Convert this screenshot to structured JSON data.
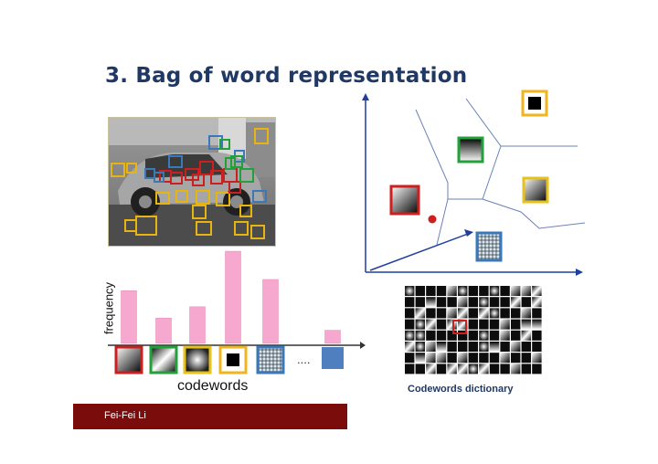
{
  "slide": {
    "title": "3. Bag of word representation",
    "footer_text": "Fei-Fei Li"
  },
  "histogram": {
    "y_axis_label": "frequency",
    "x_axis_label": "codewords",
    "ellipsis": "....",
    "frequencies": [
      0.56,
      0.27,
      0.39,
      0.98,
      0.68,
      0.14
    ],
    "codeword_colors": [
      "#cc1f1f",
      "#22a03a",
      "#e7c21a",
      "#f0b51e",
      "#3a78b8",
      "#3a78b8"
    ],
    "bar_color": "#f7a8cf"
  },
  "feature_space": {
    "point_color": "#cc1f1f",
    "axis_color": "#1f3fa0"
  },
  "dictionary": {
    "label": "Codewords dictionary",
    "highlight_color": "#cc1f1f"
  }
}
